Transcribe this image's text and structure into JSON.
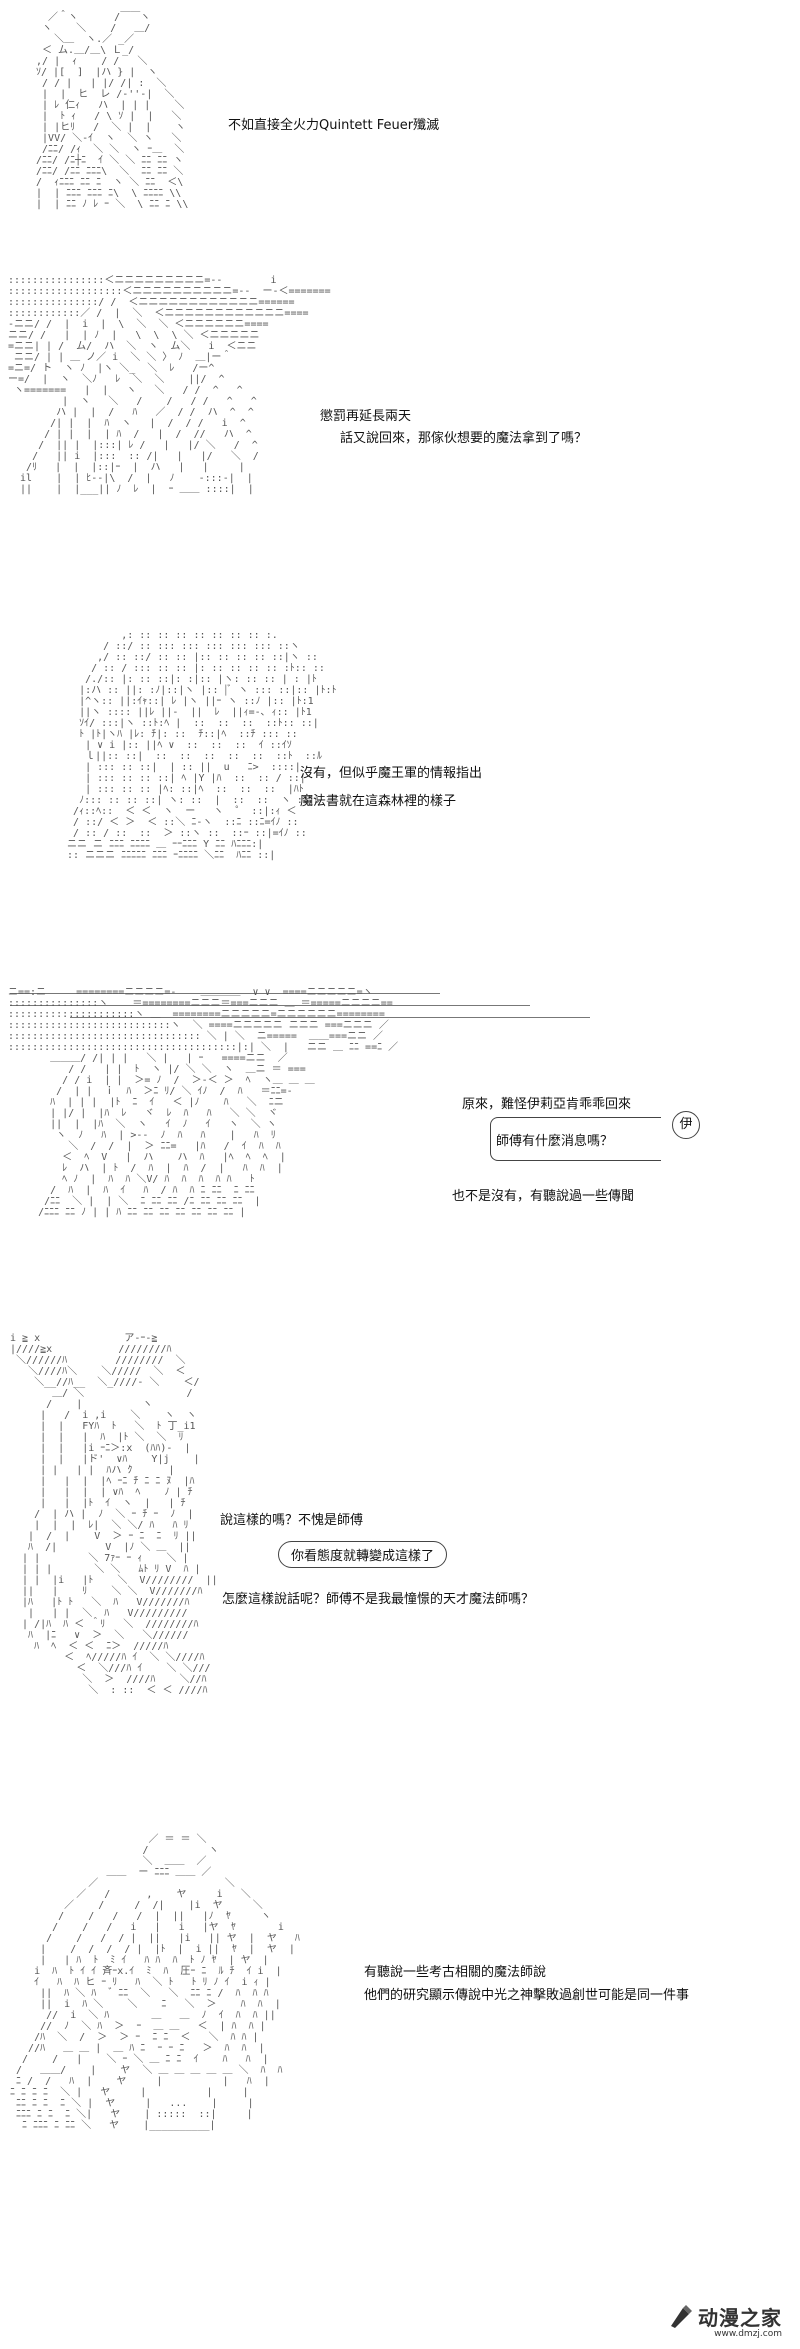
{
  "panels": [
    {
      "lines": [
        "不如直接全火力Quintett Feuer殲滅"
      ]
    },
    {
      "lines": [
        "懲罰再延長兩天",
        "話又說回來，那傢伙想要的魔法拿到了嗎？"
      ]
    },
    {
      "lines": [
        "沒有，但似乎魔王軍的情報指出",
        "魔法書就在這森林裡的樣子"
      ]
    },
    {
      "lines": [
        "原來，難怪伊莉亞肯乖乖回來",
        "師傅有什麼消息嗎？",
        "也不是沒有，有聽說過一些傳聞"
      ],
      "tag": "伊"
    },
    {
      "lines": [
        "說這樣的嗎？不愧是師傅",
        "你看態度就轉變成這樣了",
        "怎麼這樣說話呢？師傅不是我最憧憬的天才魔法師嗎？"
      ]
    },
    {
      "lines": [
        "有聽說一些考古相關的魔法師說",
        "他們的研究顯示傳說中光之神擊敗過創世可能是同一件事"
      ]
    }
  ],
  "watermark": {
    "name": "动漫之家",
    "url": "www.dmzj.com"
  }
}
